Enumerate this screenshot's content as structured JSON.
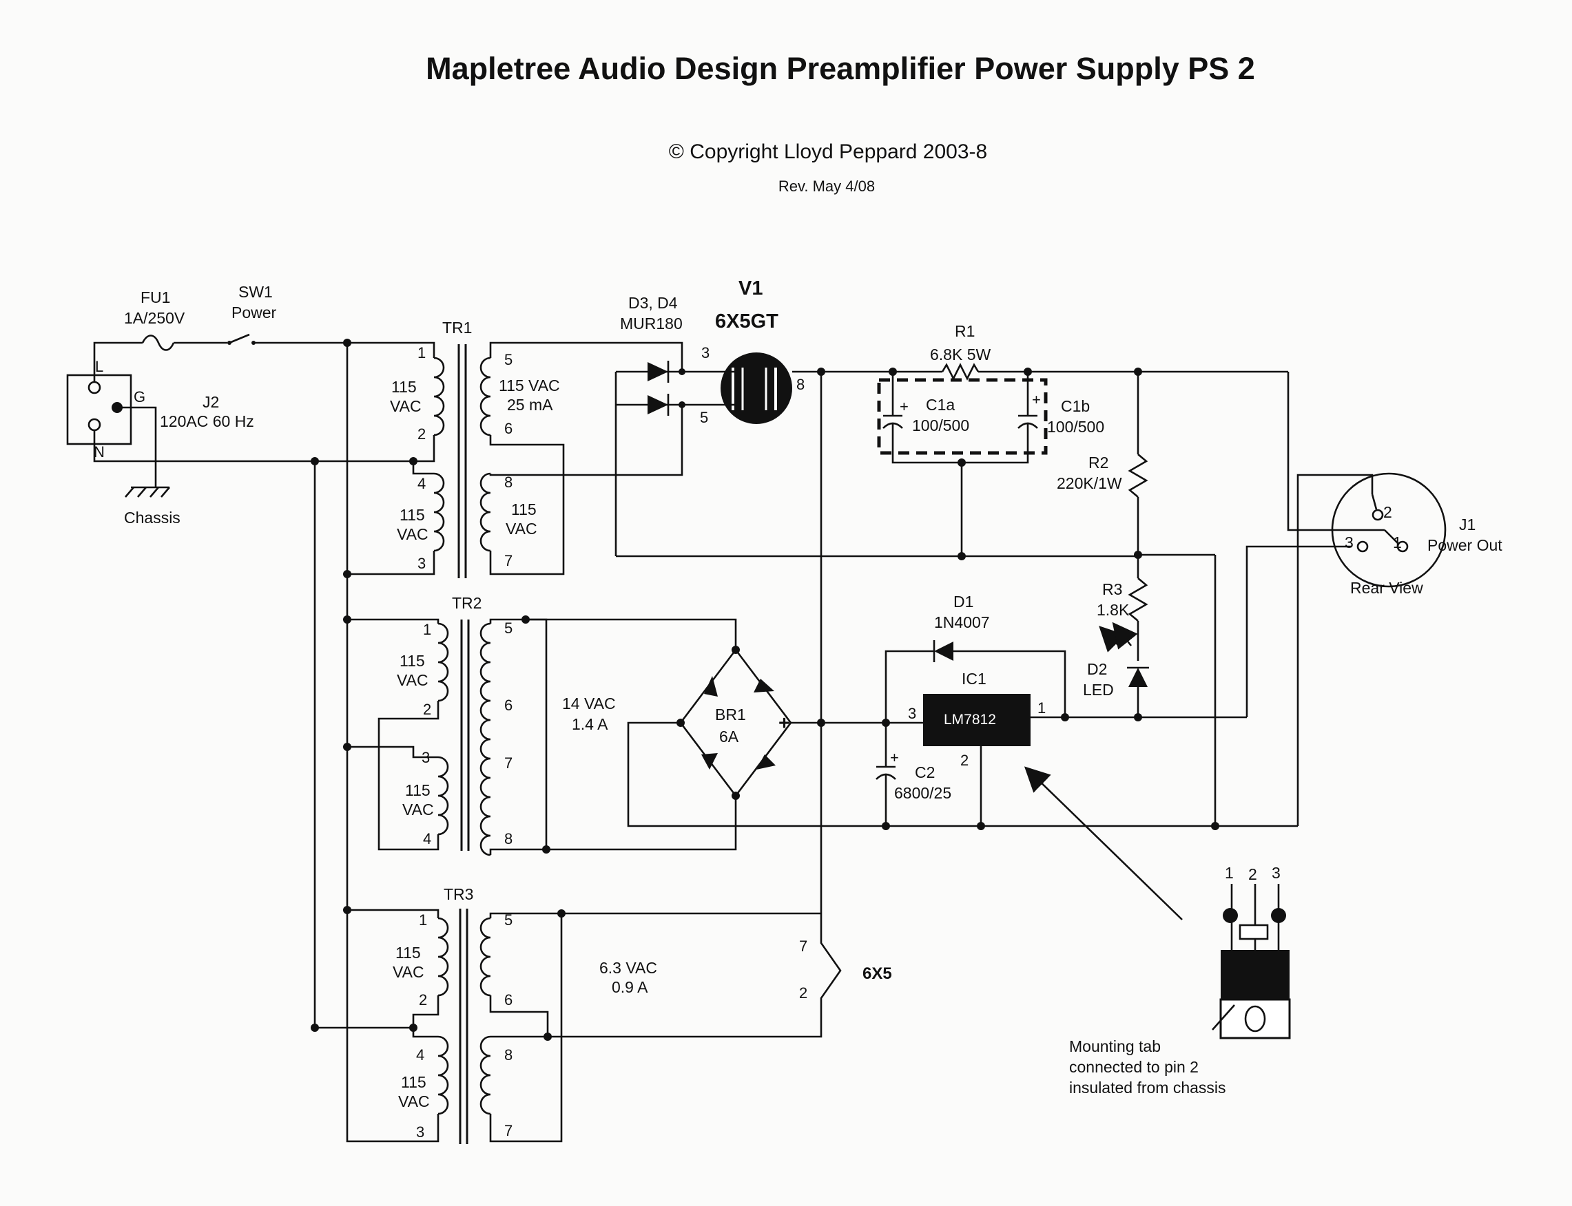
{
  "header": {
    "title": "Mapletree Audio Design Preamplifier Power Supply PS 2",
    "copyright": "© Copyright Lloyd Peppard 2003-8",
    "revision": "Rev. May 4/08"
  },
  "input": {
    "fuse_ref": "FU1",
    "fuse_val": "1A/250V",
    "switch_ref": "SW1",
    "switch_val": "Power",
    "jack_ref": "J2",
    "jack_val": "120AC 60 Hz",
    "pin_l": "L",
    "pin_g": "G",
    "pin_n": "N",
    "chassis": "Chassis"
  },
  "tr1": {
    "ref": "TR1",
    "p1": "1",
    "p2": "2",
    "p3": "3",
    "p4": "4",
    "s5": "5",
    "s6": "6",
    "s7": "7",
    "s8": "8",
    "pri_top_a": "115",
    "pri_top_b": "VAC",
    "pri_bot_a": "115",
    "pri_bot_b": "VAC",
    "sec_top_a": "115 VAC",
    "sec_top_b": "25 mA",
    "sec_bot_a": "115",
    "sec_bot_b": "VAC"
  },
  "tr2": {
    "ref": "TR2",
    "p1": "1",
    "p2": "2",
    "p3": "3",
    "p4": "4",
    "s5": "5",
    "s6": "6",
    "s7": "7",
    "s8": "8",
    "pri_top_a": "115",
    "pri_top_b": "VAC",
    "pri_bot_a": "115",
    "pri_bot_b": "VAC",
    "sec_a": "14 VAC",
    "sec_b": "1.4 A"
  },
  "tr3": {
    "ref": "TR3",
    "p1": "1",
    "p2": "2",
    "p3": "3",
    "p4": "4",
    "s5": "5",
    "s6": "6",
    "s7": "7",
    "s8": "8",
    "pri_top_a": "115",
    "pri_top_b": "VAC",
    "pri_bot_a": "115",
    "pri_bot_b": "VAC",
    "sec_a": "6.3 VAC",
    "sec_b": "0.9 A"
  },
  "diodes": {
    "ref": "D3, D4",
    "val": "MUR180"
  },
  "tube": {
    "ref": "V1",
    "val": "6X5GT",
    "pin3": "3",
    "pin5": "5",
    "pin8": "8",
    "heater_label": "6X5",
    "h7": "7",
    "h2": "2"
  },
  "r1": {
    "ref": "R1",
    "val": "6.8K 5W"
  },
  "c1a": {
    "ref": "C1a",
    "val": "100/500",
    "plus": "+"
  },
  "c1b": {
    "ref": "C1b",
    "val": "100/500",
    "plus": "+"
  },
  "r2": {
    "ref": "R2",
    "val": "220K/1W"
  },
  "r3": {
    "ref": "R3",
    "val": "1.8K"
  },
  "d2": {
    "ref": "D2",
    "val": "LED"
  },
  "d1": {
    "ref": "D1",
    "val": "1N4007"
  },
  "ic1": {
    "ref": "IC1",
    "val": "LM7812",
    "pin1": "1",
    "pin2": "2",
    "pin3": "3"
  },
  "c2": {
    "ref": "C2",
    "val": "6800/25",
    "plus": "+"
  },
  "br1": {
    "ref": "BR1",
    "val": "6A",
    "plus": "+"
  },
  "j1": {
    "ref": "J1",
    "val": "Power Out",
    "view": "Rear View",
    "pin1": "1",
    "pin2": "2",
    "pin3": "3"
  },
  "package": {
    "pin1": "1",
    "pin2": "2",
    "pin3": "3",
    "note1": "Mounting tab",
    "note2": "connected to pin 2",
    "note3": "insulated from chassis"
  }
}
